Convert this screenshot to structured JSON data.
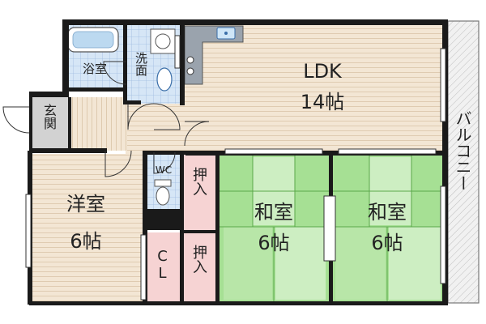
{
  "rooms": {
    "ldk": {
      "name": "LDK",
      "size": "14帖"
    },
    "bath": {
      "name": "浴室"
    },
    "washroom": {
      "name": "洗面"
    },
    "entrance": {
      "name": "玄関"
    },
    "wc": {
      "name": "WC"
    },
    "western": {
      "name": "洋室",
      "size": "6帖"
    },
    "closet": {
      "name": "CL"
    },
    "oshiire_top": {
      "name": "押入"
    },
    "oshiire_bottom": {
      "name": "押入"
    },
    "japanese_1": {
      "name": "和室",
      "size": "6帖"
    },
    "japanese_2": {
      "name": "和室",
      "size": "6帖"
    },
    "balcony": {
      "name": "バルコニー"
    }
  },
  "colors": {
    "wall": "#1a1a1a",
    "wood_floor": "#f3e6d4",
    "wood_line": "#d7bfa0",
    "tatami": "#9ede8e",
    "tatami_light": "#cfeec4",
    "tile": "#cfe0f3",
    "tile_line": "#9fbbe0",
    "closet": "#f6d3d3",
    "entrance": "#d2d2d2",
    "balcony": "#efefef",
    "balcony_hatch": "#bbbbbb"
  }
}
